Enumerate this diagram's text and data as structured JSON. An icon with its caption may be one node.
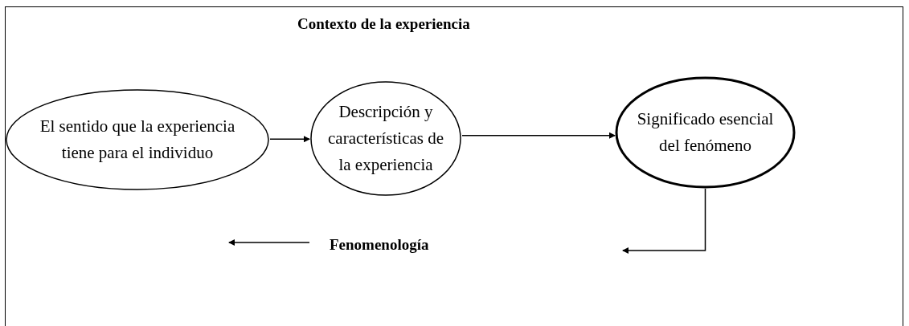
{
  "diagram": {
    "title": "Contexto de la experiencia",
    "nodes": [
      {
        "text": [
          "El sentido que la experiencia tiene para el individuo"
        ]
      },
      {
        "text": [
          "Descripción y características de la experiencia"
        ]
      },
      {
        "text": [
          "Significado esencial del fenómeno"
        ]
      }
    ],
    "edges": [
      {
        "from": 0,
        "to": 1,
        "arrow": "to"
      },
      {
        "from": 1,
        "to": 2,
        "arrow": "to"
      },
      {
        "from": 2,
        "to": null,
        "arrow": "to"
      }
    ],
    "labels": [
      "Fenomenología"
    ]
  }
}
